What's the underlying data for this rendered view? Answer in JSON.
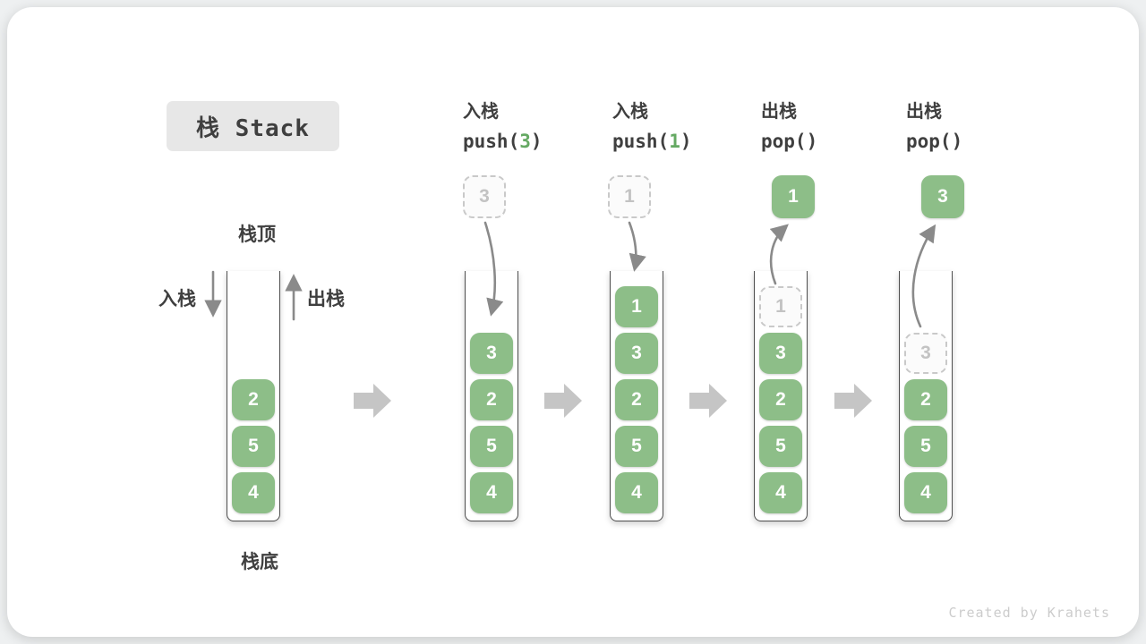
{
  "title": {
    "text": "栈 Stack"
  },
  "side_labels": {
    "stack_top": "栈顶",
    "stack_bottom": "栈底",
    "push": "入栈",
    "pop": "出栈"
  },
  "operations": [
    {
      "name": "入栈",
      "code_pre": "push(",
      "code_arg": "3",
      "code_post": ")"
    },
    {
      "name": "入栈",
      "code_pre": "push(",
      "code_arg": "1",
      "code_post": ")"
    },
    {
      "name": "出栈",
      "code_pre": "pop(",
      "code_arg": "",
      "code_post": ")"
    },
    {
      "name": "出栈",
      "code_pre": "pop(",
      "code_arg": "",
      "code_post": ")"
    }
  ],
  "stacks": [
    {
      "cells": [
        {
          "value": "2"
        },
        {
          "value": "5"
        },
        {
          "value": "4"
        }
      ]
    },
    {
      "incoming": {
        "value": "3"
      },
      "cells": [
        {
          "value": "3"
        },
        {
          "value": "2"
        },
        {
          "value": "5"
        },
        {
          "value": "4"
        }
      ]
    },
    {
      "incoming": {
        "value": "1"
      },
      "cells": [
        {
          "value": "1"
        },
        {
          "value": "3"
        },
        {
          "value": "2"
        },
        {
          "value": "5"
        },
        {
          "value": "4"
        }
      ]
    },
    {
      "outgoing": {
        "value": "1"
      },
      "ghost": {
        "value": "1"
      },
      "cells": [
        {
          "value": "3"
        },
        {
          "value": "2"
        },
        {
          "value": "5"
        },
        {
          "value": "4"
        }
      ]
    },
    {
      "outgoing": {
        "value": "3"
      },
      "ghost": {
        "value": "3"
      },
      "cells": [
        {
          "value": "2"
        },
        {
          "value": "5"
        },
        {
          "value": "4"
        }
      ]
    }
  ],
  "watermark": "Created by Krahets",
  "colors": {
    "cell_green": "#8DBE88",
    "code_arg_green": "#65A963",
    "arrow_gray": "#8A8A8A",
    "block_arrow_gray": "#C5C5C5",
    "ghost_border": "#C9C9C9",
    "ghost_text": "#C3C3C3",
    "title_box_bg": "#E7E7E7",
    "text": "#3F3F3F",
    "watermark": "#CCCCCC"
  }
}
